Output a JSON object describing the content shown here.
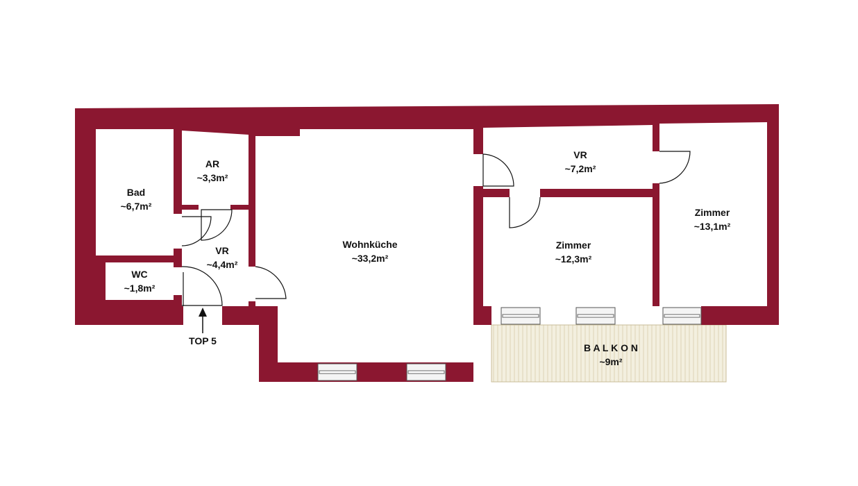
{
  "colors": {
    "wall": "#8b1730",
    "balcony_fill": "#f3efdf",
    "balcony_hatch": "#d9cfae",
    "window_fill": "#f4f4f4",
    "line": "#111111"
  },
  "rooms": {
    "bad": {
      "name": "Bad",
      "area": "~6,7m²"
    },
    "ar": {
      "name": "AR",
      "area": "~3,3m²"
    },
    "vr_small": {
      "name": "VR",
      "area": "~4,4m²"
    },
    "wc": {
      "name": "WC",
      "area": "~1,8m²"
    },
    "wohnkueche": {
      "name": "Wohnküche",
      "area": "~33,2m²"
    },
    "vr_large": {
      "name": "VR",
      "area": "~7,2m²"
    },
    "zimmer_mid": {
      "name": "Zimmer",
      "area": "~12,3m²"
    },
    "zimmer_right": {
      "name": "Zimmer",
      "area": "~13,1m²"
    },
    "balkon": {
      "name": "B A L K O N",
      "area": "~9m²"
    }
  },
  "entrance": {
    "label": "TOP 5",
    "icon": "arrow-up-icon"
  }
}
